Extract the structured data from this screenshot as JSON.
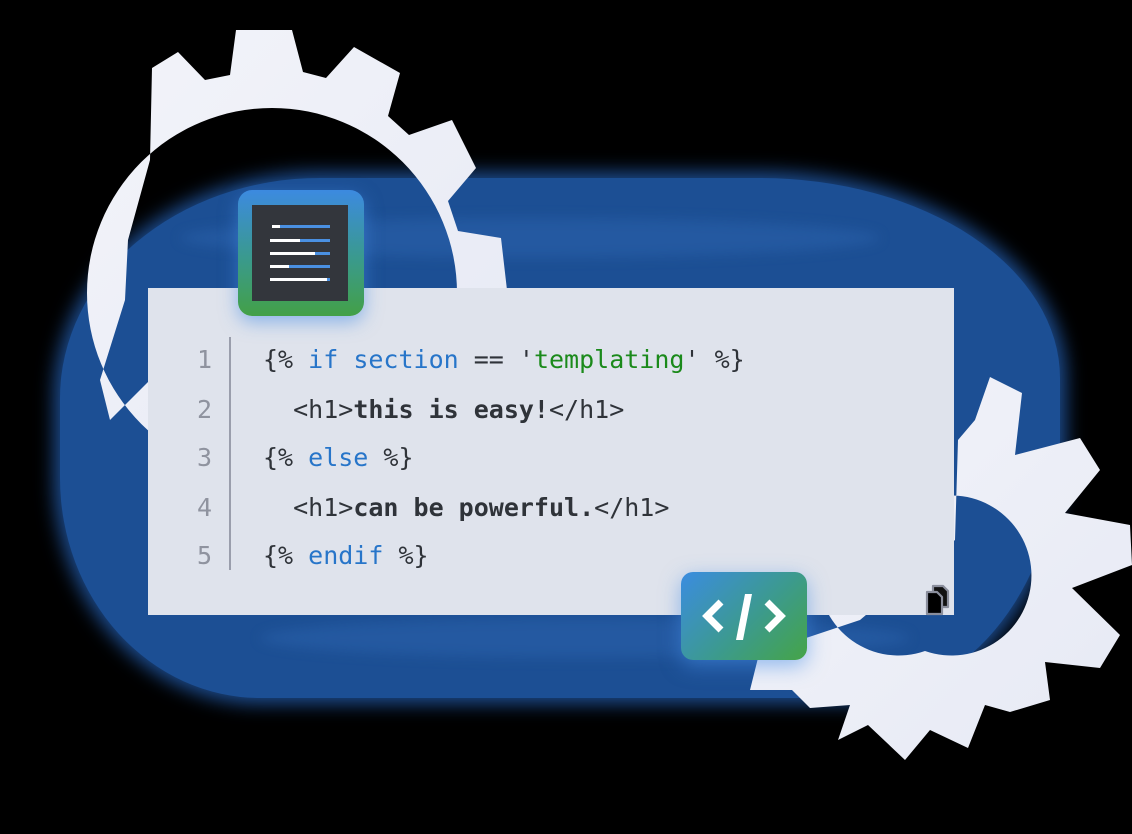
{
  "scene": {
    "background": "#000000",
    "blob_color": "#1c4f94",
    "gear_color": "#eef0f8",
    "panel_bg": "#dfe3ec"
  },
  "code_editor": {
    "lines": [
      {
        "number": "1",
        "tokens": [
          {
            "text": "{% ",
            "style": "plain"
          },
          {
            "text": "if",
            "style": "keyword"
          },
          {
            "text": " ",
            "style": "plain"
          },
          {
            "text": "section",
            "style": "keyword"
          },
          {
            "text": " == '",
            "style": "plain"
          },
          {
            "text": "templating",
            "style": "string"
          },
          {
            "text": "' %}",
            "style": "plain"
          }
        ]
      },
      {
        "number": "2",
        "tokens": [
          {
            "text": "  <h1>",
            "style": "plain"
          },
          {
            "text": "this is easy!",
            "style": "bold"
          },
          {
            "text": "</h1>",
            "style": "plain"
          }
        ]
      },
      {
        "number": "3",
        "tokens": [
          {
            "text": "{% ",
            "style": "plain"
          },
          {
            "text": "else",
            "style": "keyword"
          },
          {
            "text": " %}",
            "style": "plain"
          }
        ]
      },
      {
        "number": "4",
        "tokens": [
          {
            "text": "  <h1>",
            "style": "plain"
          },
          {
            "text": "can be powerful.",
            "style": "bold"
          },
          {
            "text": "</h1>",
            "style": "plain"
          }
        ]
      },
      {
        "number": "5",
        "tokens": [
          {
            "text": "{% ",
            "style": "plain"
          },
          {
            "text": "endif",
            "style": "keyword"
          },
          {
            "text": " %}",
            "style": "plain"
          }
        ]
      }
    ],
    "colors": {
      "keyword": "#2775c9",
      "string": "#1b8a1b",
      "plain": "#2f3339",
      "line_number": "#8f939f"
    }
  },
  "badges": {
    "document_icon": {
      "name": "document-lines-icon",
      "gradient": [
        "#3c8ae0",
        "#43a047"
      ]
    },
    "code_icon": {
      "name": "code-brackets-icon",
      "glyph": "</>",
      "gradient": [
        "#3b8ce0",
        "#45a447"
      ]
    },
    "copy_icon": {
      "name": "copy-icon"
    }
  }
}
